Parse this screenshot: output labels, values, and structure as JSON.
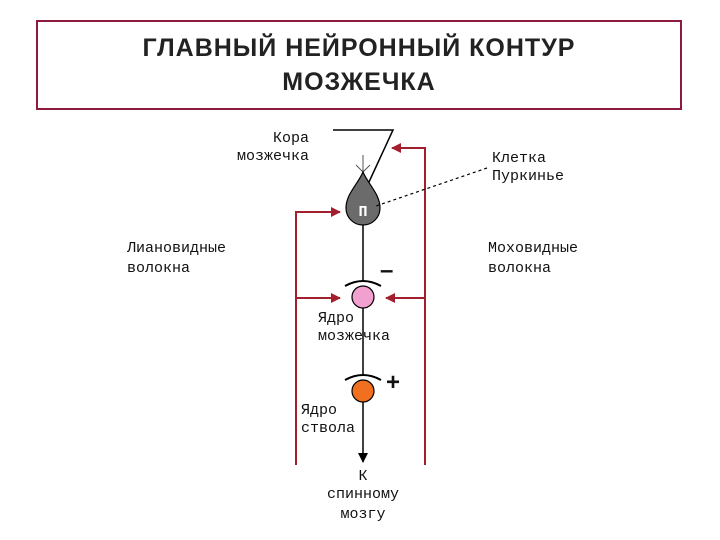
{
  "title": {
    "line1": "ГЛАВНЫЙ НЕЙРОННЫЙ КОНТУР",
    "line2": "МОЗЖЕЧКА"
  },
  "labels": {
    "cortex_1": "Кора",
    "cortex_2": "мозжечка",
    "purkinje_1": "Клетка",
    "purkinje_2": "Пуркинье",
    "purkinje_letter": "П",
    "climbing_1": "Лиановидные",
    "climbing_2": "волокна",
    "mossy_1": "Моховидные",
    "mossy_2": "волокна",
    "minus": "–",
    "plus": "+",
    "nucleus_1": "Ядро",
    "nucleus_2": "мозжечка",
    "brainstem_1": "Ядро",
    "brainstem_2": "ствола",
    "output_1": "К",
    "output_2": "спинному",
    "output_3": "мозгу"
  },
  "colors": {
    "title_border": "#8b1a3c",
    "fiber": "#a31f2e",
    "neuron_line": "#000000",
    "purkinje_fill": "#6b6b6b",
    "cerebellar_nucleus_fill": "#f2a0d0",
    "brainstem_nucleus_fill": "#f07020"
  }
}
